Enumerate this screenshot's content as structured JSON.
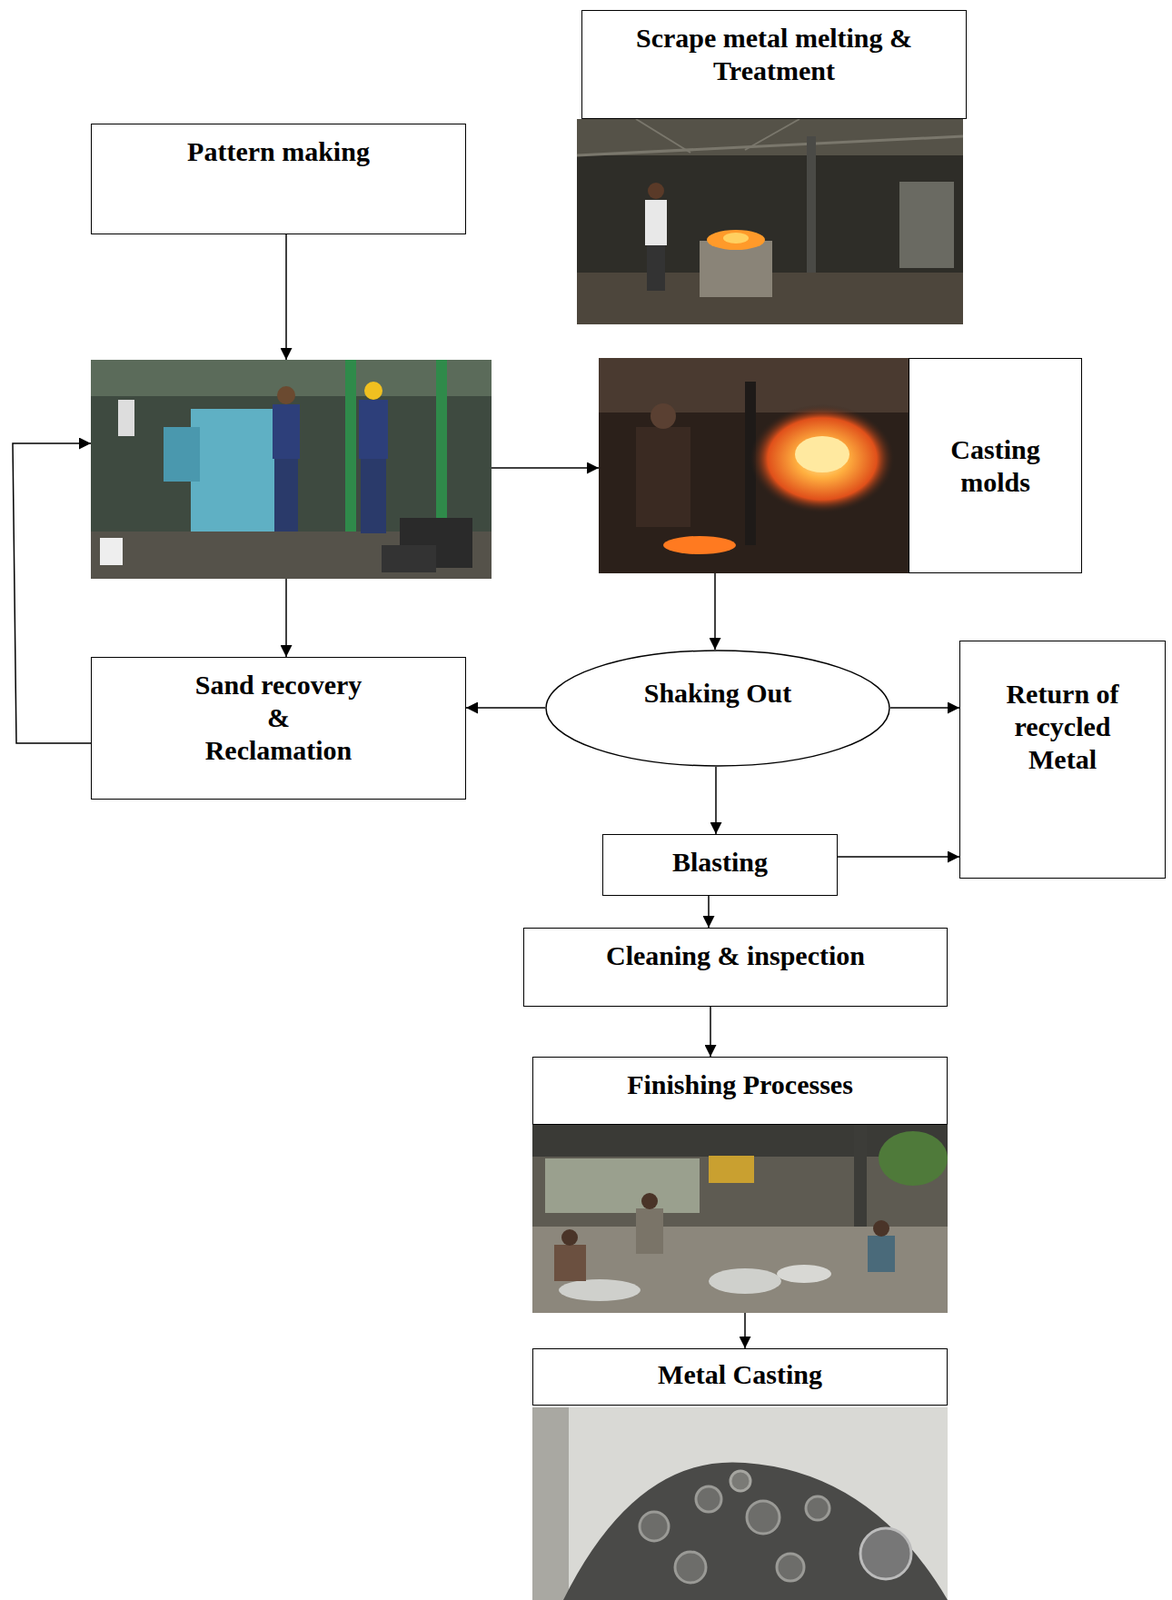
{
  "diagram": {
    "nodes": [
      {
        "text": [
          "Scrape metal melting & Treatment"
        ]
      },
      {
        "text": [
          "Pattern making"
        ]
      },
      {
        "text": [
          "Casting molds"
        ]
      },
      {
        "text": [
          "Sand recovery & Reclamation"
        ]
      },
      {
        "text": [
          "Shaking Out"
        ]
      },
      {
        "text": [
          "Return of recycled Metal"
        ]
      },
      {
        "text": [
          "Blasting"
        ]
      },
      {
        "text": [
          "Cleaning & inspection"
        ]
      },
      {
        "text": [
          "Finishing Processes"
        ]
      },
      {
        "text": [
          "Metal Casting"
        ]
      }
    ],
    "edges": [
      {
        "from": 2,
        "to": 4,
        "arrow": "to"
      },
      {
        "from": 4,
        "to": 3,
        "arrow": "to"
      },
      {
        "from": 4,
        "to": 5,
        "arrow": "to"
      },
      {
        "from": 4,
        "to": 6,
        "arrow": "to"
      },
      {
        "from": 6,
        "to": 5,
        "arrow": "to"
      },
      {
        "from": 6,
        "to": 7,
        "arrow": "to"
      },
      {
        "from": 7,
        "to": 8,
        "arrow": "to"
      },
      {
        "from": 8,
        "to": 9,
        "arrow": "to"
      }
    ]
  }
}
